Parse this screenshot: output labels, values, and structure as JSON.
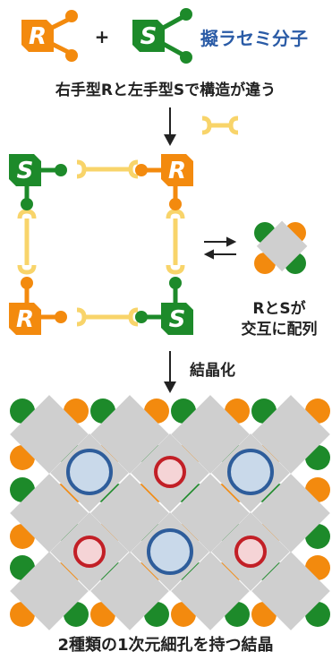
{
  "title_term": "擬ラセミ分子",
  "plus": "+",
  "r_letter": "R",
  "s_letter": "S",
  "line1": "右手型Rと左手型Sで構造が違う",
  "crystallization": "結晶化",
  "alternate": {
    "line1": "RとSが",
    "line2": "交互に配列"
  },
  "equilibrium_symbol": "⇄",
  "bottom_caption": "2種類の1次元細孔を持つ結晶",
  "colors": {
    "orange": "#F38A0E",
    "green": "#1D8A2A",
    "yellow": "#F8D46A",
    "gray": "#CFCFCF",
    "blue_pore_fill": "#C9D9EA",
    "blue_pore_ring": "#2E5D9B",
    "red_pore_fill": "#F5D4D6",
    "red_pore_ring": "#C21F26",
    "title_blue": "#2A5BA6"
  },
  "icons": [
    "right-arrow-icon",
    "down-arrow-icon",
    "equilibrium-arrows-icon"
  ]
}
